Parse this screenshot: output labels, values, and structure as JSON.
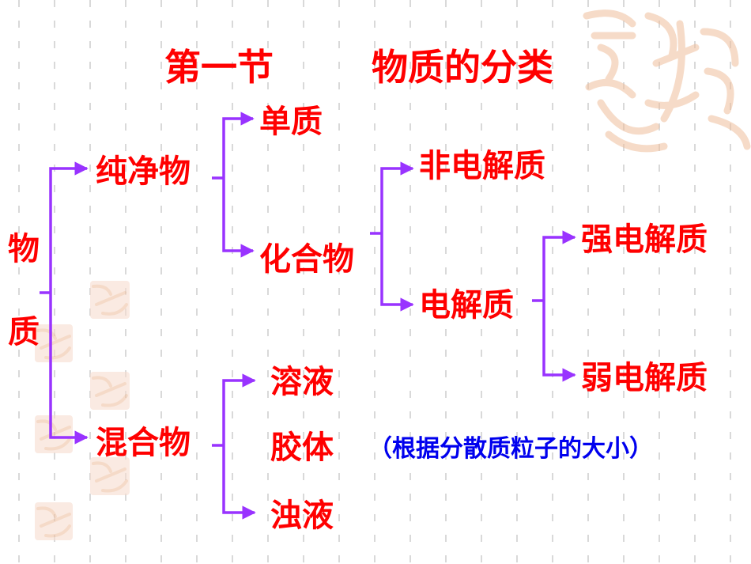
{
  "title": {
    "part1": "第一节",
    "part2": "物质的分类"
  },
  "root": {
    "char1": "物",
    "char2": "质"
  },
  "pure": "纯净物",
  "element": "单质",
  "compound": "化合物",
  "non_electrolyte": "非电解质",
  "electrolyte": "电解质",
  "strong_electrolyte": "强电解质",
  "weak_electrolyte": "弱电解质",
  "mixture": "混合物",
  "solution": "溶液",
  "colloid": "胶体",
  "suspension": "浊液",
  "note": "（根据分散质粒子的大小）",
  "colors": {
    "text": "#ff0000",
    "note": "#0000ee",
    "connector": "#9933ff",
    "stamp": "#f2c7a8"
  }
}
